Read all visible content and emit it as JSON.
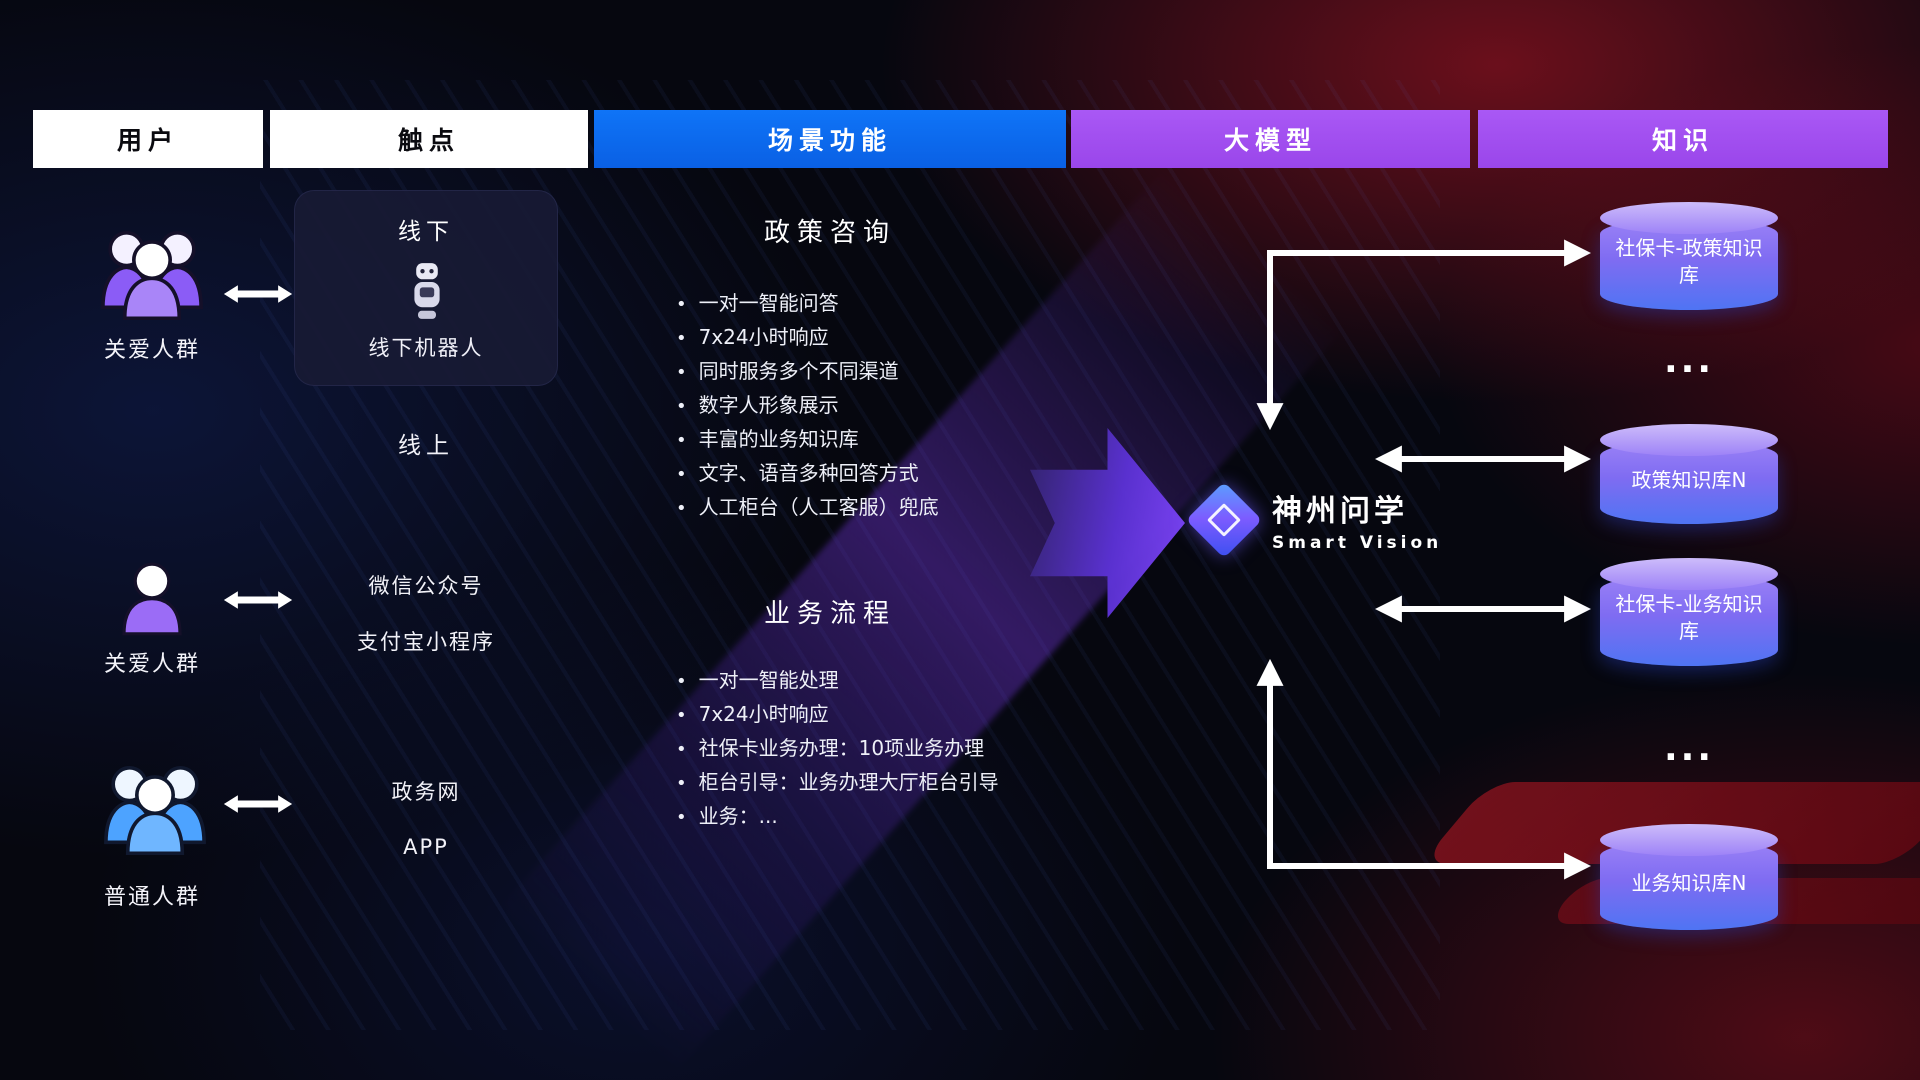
{
  "headers": [
    {
      "label": "用户"
    },
    {
      "label": "触点"
    },
    {
      "label": "场景功能"
    },
    {
      "label": "大模型"
    },
    {
      "label": "知识"
    }
  ],
  "users": [
    {
      "label": "关爱人群",
      "icon": "group-people-icon",
      "color": "#8b5cf6"
    },
    {
      "label": "关爱人群",
      "icon": "single-person-icon",
      "color": "#9b6cf6"
    },
    {
      "label": "普通人群",
      "icon": "group-people-icon",
      "color": "#4da3ff"
    }
  ],
  "touchpoints": {
    "offline": {
      "title": "线下",
      "robot_label": "线下机器人",
      "icon": "robot-icon"
    },
    "online_title": "线上",
    "wechat": "微信公众号",
    "alipay": "支付宝小程序",
    "gov_web": "政务网",
    "app": "APP"
  },
  "scenes": [
    {
      "title": "政策咨询",
      "items": [
        "一对一智能问答",
        "7x24小时响应",
        "同时服务多个不同渠道",
        "数字人形象展示",
        "丰富的业务知识库",
        "文字、语音多种回答方式",
        "人工柜台（人工客服）兜底"
      ]
    },
    {
      "title": "业务流程",
      "items": [
        "一对一智能处理",
        "7x24小时响应",
        "社保卡业务办理：10项业务办理",
        "柜台引导：业务办理大厅柜台引导",
        "业务：..."
      ]
    }
  ],
  "model": {
    "name": "神州问学",
    "subtitle": "Smart Vision"
  },
  "knowledge": [
    {
      "type": "db",
      "label": "社保卡-政策知识库"
    },
    {
      "type": "dots",
      "label": "..."
    },
    {
      "type": "db",
      "label": "政策知识库N"
    },
    {
      "type": "db",
      "label": "社保卡-业务知识库"
    },
    {
      "type": "dots",
      "label": "..."
    },
    {
      "type": "db",
      "label": "业务知识库N"
    }
  ],
  "colors": {
    "header_blue": "#0b6ef5",
    "header_purple": "#a152f0",
    "cylinder_top": "#cdbcfa",
    "cylinder_body_start": "#9b82f6",
    "cylinder_body_end": "#4f74f3",
    "user_icon_purple": "#8b5cf6",
    "user_icon_blue": "#4da3ff",
    "connector_white": "#ffffff",
    "flow_arrow_purple": "#8347ff"
  }
}
